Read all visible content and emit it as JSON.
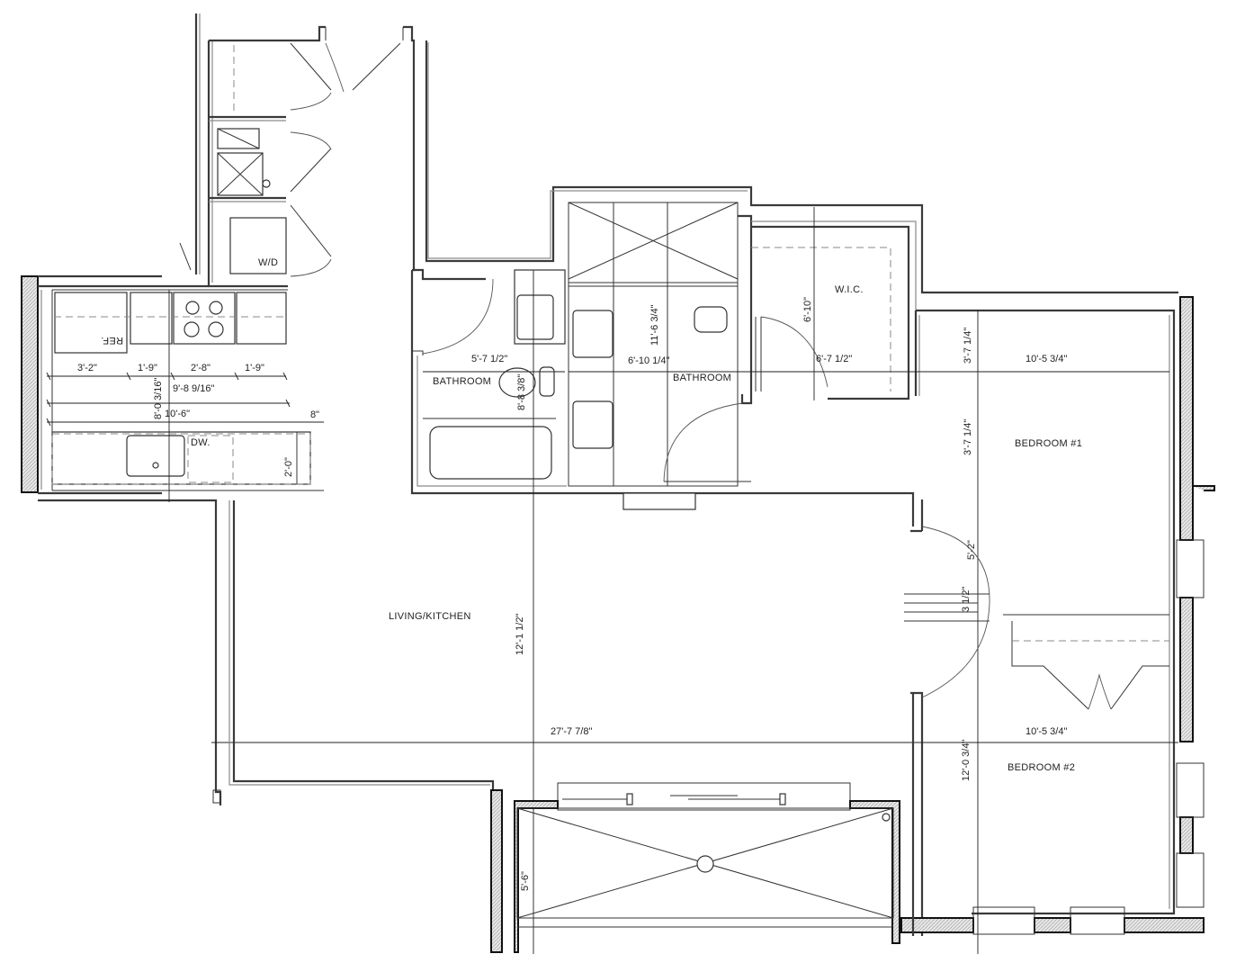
{
  "plan": {
    "rooms": {
      "living_kitchen": "LIVING/KITCHEN",
      "bathroom_1": "BATHROOM",
      "bathroom_2": "BATHROOM",
      "wic": "W.I.C.",
      "bedroom_1": "BEDROOM #1",
      "bedroom_2": "BEDROOM #2"
    },
    "fixtures": {
      "refrigerator": "REF.",
      "dishwasher": "DW.",
      "washer_dryer": "W/D"
    },
    "dimensions": {
      "kitchen_ref": "3'-2\"",
      "kitchen_cab1": "1'-9\"",
      "kitchen_range": "2'-8\"",
      "kitchen_cab2": "1'-9\"",
      "kitchen_run": "9'-8 9/16\"",
      "kitchen_total": "10'-6\"",
      "kitchen_depth_vertical": "8'-0 3/16\"",
      "island_overhang": "8\"",
      "island_depth": "2'-0\"",
      "bath1_width": "5'-7 1/2\"",
      "bath1_length": "8'-8 3/8\"",
      "bath2_length": "11'-6 3/4\"",
      "bath2_width": "6'-10 1/4\"",
      "wic_length": "6'-10\"",
      "wic_width": "6'-7 1/2\"",
      "bed1_upper": "3'-7 1/4\"",
      "bed1_width": "10'-5 3/4\"",
      "bed1_lower": "3'-7 1/4\"",
      "bed_door": "5'-2\"",
      "bed_partition": "3 1/2\"",
      "living_depth": "12'-1 1/2\"",
      "living_width": "27'-7 7/8\"",
      "bed2_width": "10'-5 3/4\"",
      "bed2_depth": "12'-0 3/4\"",
      "balcony_depth": "5'-6\""
    }
  }
}
